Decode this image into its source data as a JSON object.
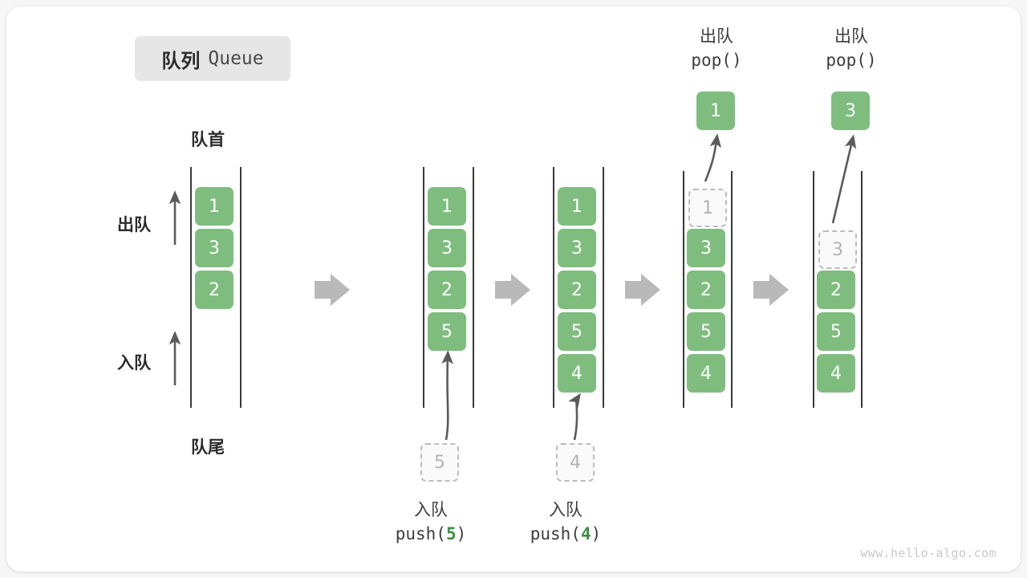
{
  "title": {
    "cn": "队列",
    "en": "Queue"
  },
  "labels": {
    "head": "队首",
    "tail": "队尾",
    "dequeue": "出队",
    "enqueue": "入队"
  },
  "watermark": "www.hello-algo.com",
  "colors": {
    "box_fill": "#7fbd7f",
    "box_text": "#ffffff",
    "ghost_border": "#bdbdbd",
    "ghost_text": "#b4b4b4",
    "rail": "#3a3a3a",
    "flow_arrow": "#b9b9b9",
    "accent_green": "#3d8f43",
    "card_bg": "#ffffff",
    "page_bg": "#f7f7f7",
    "badge_bg": "#e6e6e6"
  },
  "columns": [
    {
      "id": "initial",
      "items": [
        "1",
        "3",
        "2"
      ],
      "ghost_index": null,
      "popped": null,
      "pushed": null
    },
    {
      "id": "push-5",
      "items": [
        "1",
        "3",
        "2",
        "5"
      ],
      "ghost_index": null,
      "popped": null,
      "pushed": "5"
    },
    {
      "id": "push-4",
      "items": [
        "1",
        "3",
        "2",
        "5",
        "4"
      ],
      "ghost_index": null,
      "popped": null,
      "pushed": "4"
    },
    {
      "id": "pop-1",
      "items": [
        "1",
        "3",
        "2",
        "5",
        "4"
      ],
      "ghost_index": 0,
      "popped": "1",
      "pushed": null
    },
    {
      "id": "pop-3",
      "items": [
        "3",
        "2",
        "5",
        "4"
      ],
      "ghost_index": 0,
      "popped": "3",
      "pushed": null
    }
  ],
  "operations": {
    "push_5": {
      "cn": "入队",
      "code_prefix": "push(",
      "code_arg": "5",
      "code_suffix": ")"
    },
    "push_4": {
      "cn": "入队",
      "code_prefix": "push(",
      "code_arg": "4",
      "code_suffix": ")"
    },
    "pop_1": {
      "cn": "出队",
      "code_prefix": "pop(",
      "code_arg": "",
      "code_suffix": ")"
    },
    "pop_2": {
      "cn": "出队",
      "code_prefix": "pop(",
      "code_arg": "",
      "code_suffix": ")"
    }
  },
  "ghost_inputs": {
    "push_5": "5",
    "push_4": "4"
  },
  "popped_values": {
    "pop_1": "1",
    "pop_2": "3"
  }
}
